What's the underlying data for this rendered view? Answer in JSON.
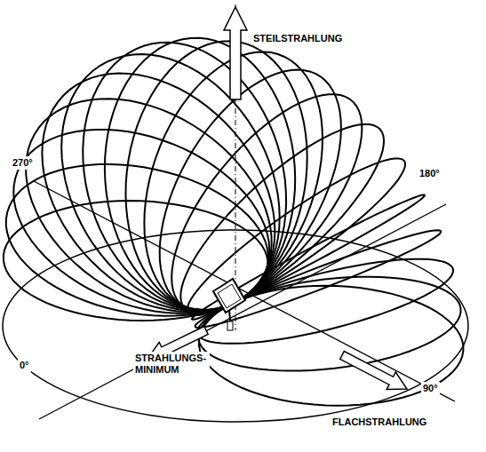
{
  "diagram": {
    "labels": [
      "STEILSTRAHLUNG",
      "270°",
      "180°",
      "STRAHLUNGS- MINIMUM",
      "0°",
      "90°",
      "FLACHSTRAHLUNG"
    ]
  }
}
